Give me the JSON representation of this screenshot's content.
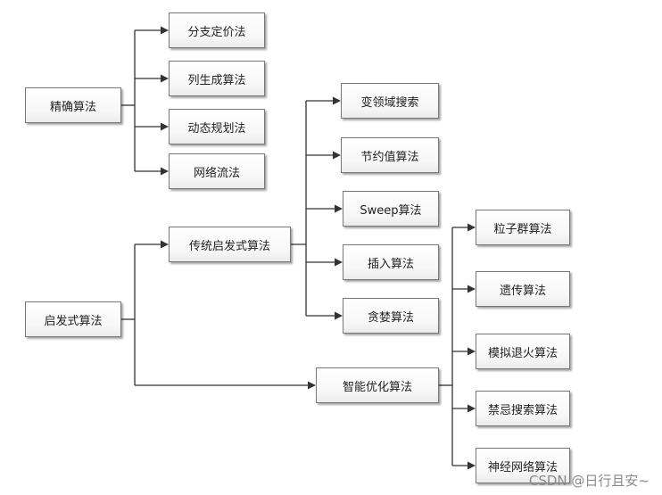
{
  "nodes": {
    "exact": "精确算法",
    "bnp": "分支定价法",
    "colgen": "列生成算法",
    "dp": "动态规划法",
    "netflow": "网络流法",
    "heuristic": "启发式算法",
    "traditional": "传统启发式算法",
    "vns": "变领域搜索",
    "savings": "节约值算法",
    "sweep": "Sweep算法",
    "insertion": "插入算法",
    "greedy": "贪婪算法",
    "intelligent": "智能优化算法",
    "pso": "粒子群算法",
    "ga": "遗传算法",
    "sa": "模拟退火算法",
    "tabu": "禁忌搜索算法",
    "nn": "神经网络算法"
  },
  "watermark": "CSDN @日行且安~",
  "colors": {
    "line": "#333333",
    "border": "#777777",
    "text": "#222222"
  }
}
